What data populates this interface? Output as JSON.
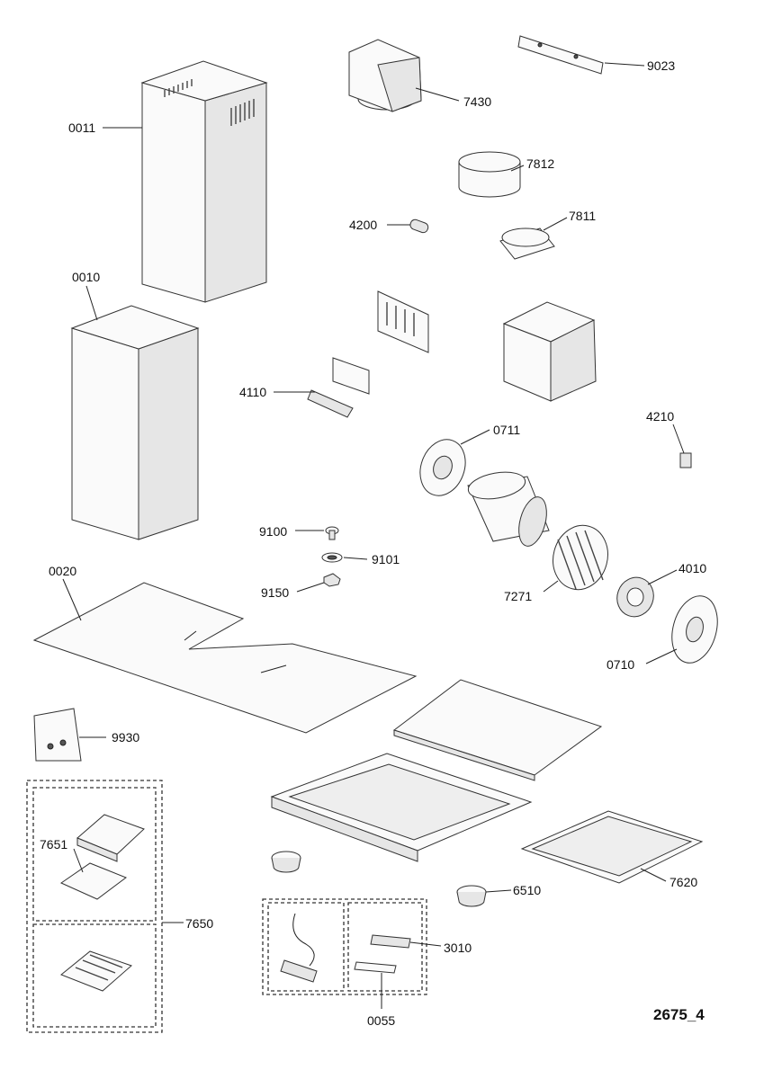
{
  "diagram_code": "2675_4",
  "parts": [
    {
      "id": "p0011",
      "label": "0011"
    },
    {
      "id": "p0010",
      "label": "0010"
    },
    {
      "id": "p0020",
      "label": "0020"
    },
    {
      "id": "p7430",
      "label": "7430"
    },
    {
      "id": "p9023",
      "label": "9023"
    },
    {
      "id": "p7812",
      "label": "7812"
    },
    {
      "id": "p4200",
      "label": "4200"
    },
    {
      "id": "p7811",
      "label": "7811"
    },
    {
      "id": "p4110",
      "label": "4110"
    },
    {
      "id": "p4210",
      "label": "4210"
    },
    {
      "id": "p0711",
      "label": "0711"
    },
    {
      "id": "p9100",
      "label": "9100"
    },
    {
      "id": "p9101",
      "label": "9101"
    },
    {
      "id": "p9150",
      "label": "9150"
    },
    {
      "id": "p4010",
      "label": "4010"
    },
    {
      "id": "p7271",
      "label": "7271"
    },
    {
      "id": "p0710",
      "label": "0710"
    },
    {
      "id": "p9930",
      "label": "9930"
    },
    {
      "id": "p7651",
      "label": "7651"
    },
    {
      "id": "p7650",
      "label": "7650"
    },
    {
      "id": "p6510",
      "label": "6510"
    },
    {
      "id": "p7620",
      "label": "7620"
    },
    {
      "id": "p3010",
      "label": "3010"
    },
    {
      "id": "p0055",
      "label": "0055"
    }
  ]
}
